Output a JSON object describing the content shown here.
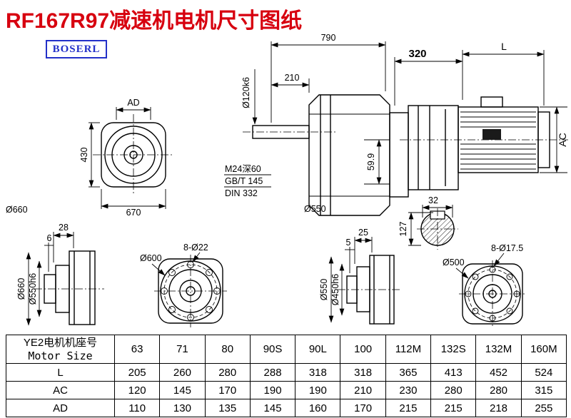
{
  "page": {
    "title": "RF167R97减速机电机尺寸图纸",
    "brand": "BOSERL"
  },
  "views": {
    "front": {
      "ad": "AD",
      "h430": "430",
      "w670": "670",
      "d660": "Ø660"
    },
    "side": {
      "w790": "790",
      "w210": "210",
      "shaft": "Ø120k6",
      "thread": "M24深60",
      "std1": "GB/T 145",
      "std2": "DIN 332",
      "h599": "59.9",
      "d550": "Ø550"
    },
    "motor": {
      "w320": "320",
      "len": "L",
      "ac": "AC"
    },
    "key": {
      "w32": "32",
      "d127": "127"
    },
    "flangeA": {
      "w28": "28",
      "w6": "6",
      "d660": "Ø660",
      "d550h6": "Ø550h6"
    },
    "flangeB": {
      "d600": "Ø600",
      "holes": "8-Ø22"
    },
    "flangeC": {
      "w25": "25",
      "w5": "5",
      "d550": "Ø550",
      "d450h6": "Ø450h6"
    },
    "flangeD": {
      "d500": "Ø500",
      "holes": "8-Ø17.5"
    }
  },
  "table": {
    "header_cn": "YE2电机机座号",
    "header_en": "Motor Size",
    "sizes": [
      "63",
      "71",
      "80",
      "90S",
      "90L",
      "100",
      "112M",
      "132S",
      "132M",
      "160M"
    ],
    "rows": [
      {
        "label": "L",
        "values": [
          "205",
          "260",
          "280",
          "288",
          "318",
          "318",
          "365",
          "413",
          "452",
          "524"
        ]
      },
      {
        "label": "AC",
        "values": [
          "120",
          "145",
          "170",
          "190",
          "190",
          "210",
          "230",
          "280",
          "280",
          "315"
        ]
      },
      {
        "label": "AD",
        "values": [
          "110",
          "130",
          "135",
          "145",
          "160",
          "170",
          "215",
          "215",
          "218",
          "255"
        ]
      }
    ]
  }
}
